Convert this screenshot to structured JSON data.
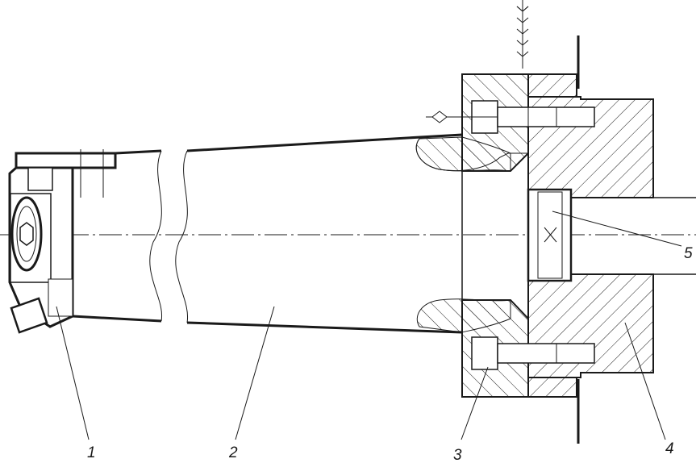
{
  "drawing": {
    "colors": {
      "line": "#1a1a1a",
      "hatch": "#1a1a1a",
      "centerline": "#1a1a1a",
      "background": "#ffffff"
    },
    "callouts": [
      {
        "id": "callout-1",
        "text": "1"
      },
      {
        "id": "callout-2",
        "text": "2"
      },
      {
        "id": "callout-3",
        "text": "3"
      },
      {
        "id": "callout-4",
        "text": "4"
      },
      {
        "id": "callout-5",
        "text": "5"
      }
    ]
  }
}
